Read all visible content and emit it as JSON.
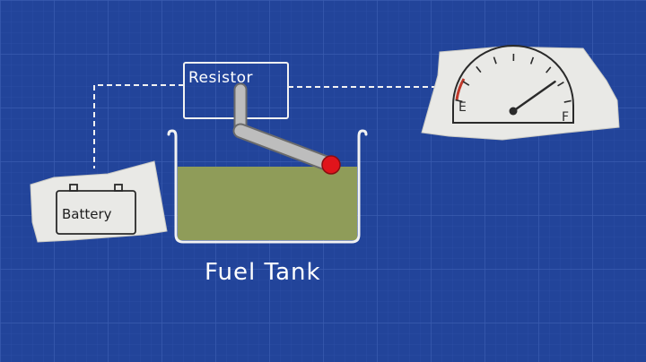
{
  "labels": {
    "resistor": "Resistor",
    "battery": "Battery",
    "fuel_tank": "Fuel Tank",
    "gauge_empty": "E",
    "gauge_full": "F"
  },
  "gauge": {
    "needle_level": 0.85
  },
  "tank": {
    "fuel_level": 0.6
  },
  "colors": {
    "blueprint_background": "#22449a",
    "grid_line": "#3a5cb0",
    "paper": "#e9e9e6",
    "fuel": "#8f9c59",
    "float": "#e0141b",
    "gauge_red_zone": "#c0392b",
    "outline": "#2a2a2a"
  }
}
